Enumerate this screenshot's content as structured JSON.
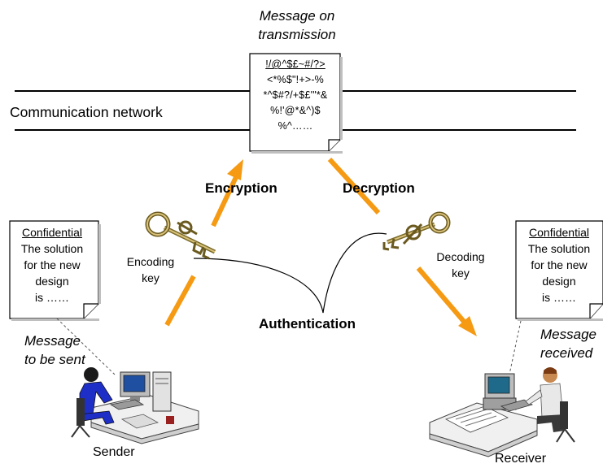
{
  "transmission": {
    "label_line1": "Message on",
    "label_line2": "transmission",
    "cipher_lines": [
      "!/@^$£~#/?>",
      "<*%$\"!+>-%",
      "*^$#?/+$£'\"*&",
      "%!'@*&^)$",
      "%^……"
    ]
  },
  "network": {
    "label": "Communication network"
  },
  "process": {
    "encryption": "Encryption",
    "decryption": "Decryption",
    "authentication": "Authentication"
  },
  "keys": {
    "encoding_line1": "Encoding",
    "encoding_line2": "key",
    "decoding_line1": "Decoding",
    "decoding_line2": "key"
  },
  "sender_doc": {
    "heading": "Confidential",
    "lines": [
      "The solution",
      "for the new",
      "design",
      "is ……"
    ]
  },
  "receiver_doc": {
    "heading": "Confidential",
    "lines": [
      "The solution",
      "for the new",
      "design",
      "is ……"
    ]
  },
  "sender": {
    "message_line1": "Message",
    "message_line2": "to be sent",
    "label": "Sender"
  },
  "receiver": {
    "message_line1": "Message",
    "message_line2": "received",
    "label": "Receiver"
  },
  "colors": {
    "arrow": "#f59a12",
    "network_line": "#000000"
  }
}
